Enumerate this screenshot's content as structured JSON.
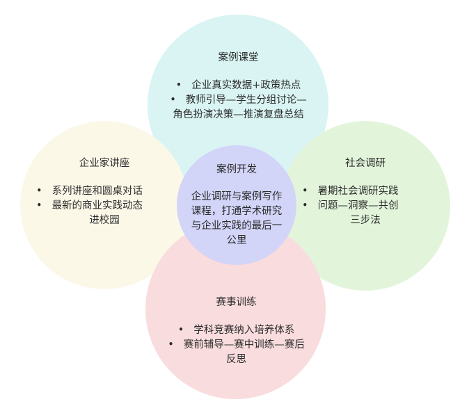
{
  "diagram": {
    "colors": {
      "top": "#d9f4f3",
      "left": "#fcf8e8",
      "right": "#e2f5db",
      "bottom": "#f9dcdd",
      "center": "#d2d4f8",
      "text": "#2b2b2b"
    },
    "top": {
      "title": "案例课堂",
      "bullet": "•",
      "items": [
        "企业真实数据+政策热点",
        "教师引导—学生分组讨论—"
      ],
      "continuation": "角色扮演决策—推演复盘总结"
    },
    "left": {
      "title": "企业家讲座",
      "bullet": "•",
      "items": [
        "系列讲座和圆桌对话",
        "最新的商业实践动态"
      ],
      "continuation": "进校园"
    },
    "center": {
      "title": "案例开发",
      "lines": [
        "企业调研与案例写作",
        "课程，打通学术研究",
        "与企业实践的最后一",
        "公里"
      ]
    },
    "right": {
      "title": "社会调研",
      "bullet": "•",
      "items": [
        "暑期社会调研实践",
        "问题—洞察—共创"
      ],
      "continuation": "三步法"
    },
    "bottom": {
      "title": "赛事训练",
      "bullet": "•",
      "items": [
        "学科竞赛纳入培养体系",
        "赛前辅导—赛中训练—赛后"
      ],
      "continuation": "反思"
    }
  }
}
